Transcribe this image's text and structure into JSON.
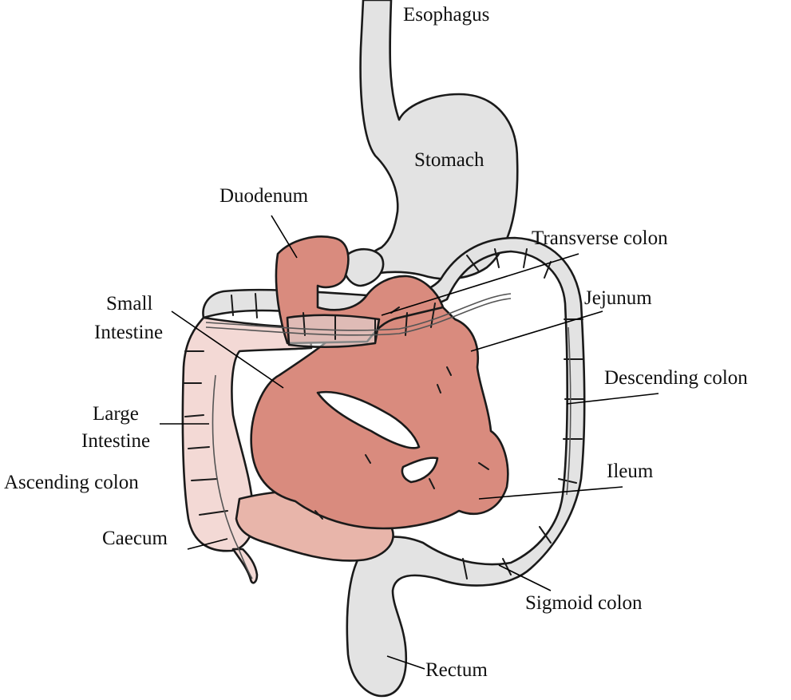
{
  "colors": {
    "gray_organ": "#e3e3e3",
    "small_intestine": "#d98b7e",
    "large_intestine_right": "#f3d9d5",
    "caecum_region": "#e8b5aa",
    "outline": "#1a1a1a"
  },
  "labels": {
    "esophagus": "Esophagus",
    "stomach": "Stomach",
    "duodenum": "Duodenum",
    "transverse_colon": "Transverse colon",
    "jejunum": "Jejunum",
    "small_intestine_l1": "Small",
    "small_intestine_l2": "Intestine",
    "descending_colon": "Descending colon",
    "large_intestine_l1": "Large",
    "large_intestine_l2": "Intestine",
    "ascending_colon": "Ascending colon",
    "ileum": "Ileum",
    "caecum": "Caecum",
    "sigmoid_colon": "Sigmoid colon",
    "rectum": "Rectum"
  }
}
